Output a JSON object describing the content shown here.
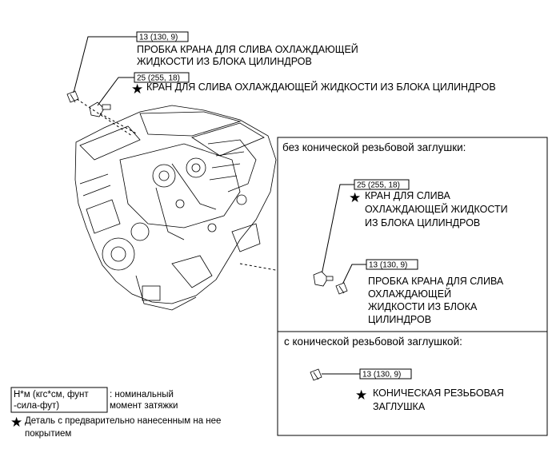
{
  "callouts": {
    "plug_top": {
      "torque": "13 (130, 9)",
      "line1": "ПРОБКА КРАНА ДЛЯ СЛИВА ОХЛАЖДАЮЩЕЙ",
      "line2": "ЖИДКОСТИ ИЗ БЛОКА ЦИЛИНДРОВ"
    },
    "cock_top": {
      "torque": "25 (255, 18)",
      "star": "★",
      "line1": "КРАН ДЛЯ СЛИВА ОХЛАЖДАЮЩЕЙ ЖИДКОСТИ ИЗ БЛОКА ЦИЛИНДРОВ"
    }
  },
  "panel_without": {
    "title": "без конической резьбовой заглушки:",
    "cock": {
      "torque": "25 (255, 18)",
      "star": "★",
      "line1": "КРАН ДЛЯ СЛИВА",
      "line2": "ОХЛАЖДАЮЩЕЙ ЖИДКОСТИ",
      "line3": "ИЗ БЛОКА ЦИЛИНДРОВ"
    },
    "plug": {
      "torque": "13 (130, 9)",
      "line1": "ПРОБКА КРАНА ДЛЯ СЛИВА",
      "line2": "ОХЛАЖДАЮЩЕЙ",
      "line3": "ЖИДКОСТИ ИЗ БЛОКА",
      "line4": "ЦИЛИНДРОВ"
    }
  },
  "panel_with": {
    "title": "с конической резьбовой заглушкой:",
    "plug": {
      "torque": "13 (130, 9)",
      "star": "★",
      "line1": "КОНИЧЕСКАЯ РЕЗЬБОВАЯ",
      "line2": "ЗАГЛУШКА"
    }
  },
  "legend": {
    "unit_line1": "Н*м (кгс*см, фунт",
    "unit_line2": "-сила-фут)",
    "unit_desc1": ": номинальный",
    "unit_desc2": "момент затяжки",
    "star": "★",
    "star_desc1": "Деталь с предварительно нанесенным на нее",
    "star_desc2": "покрытием"
  }
}
